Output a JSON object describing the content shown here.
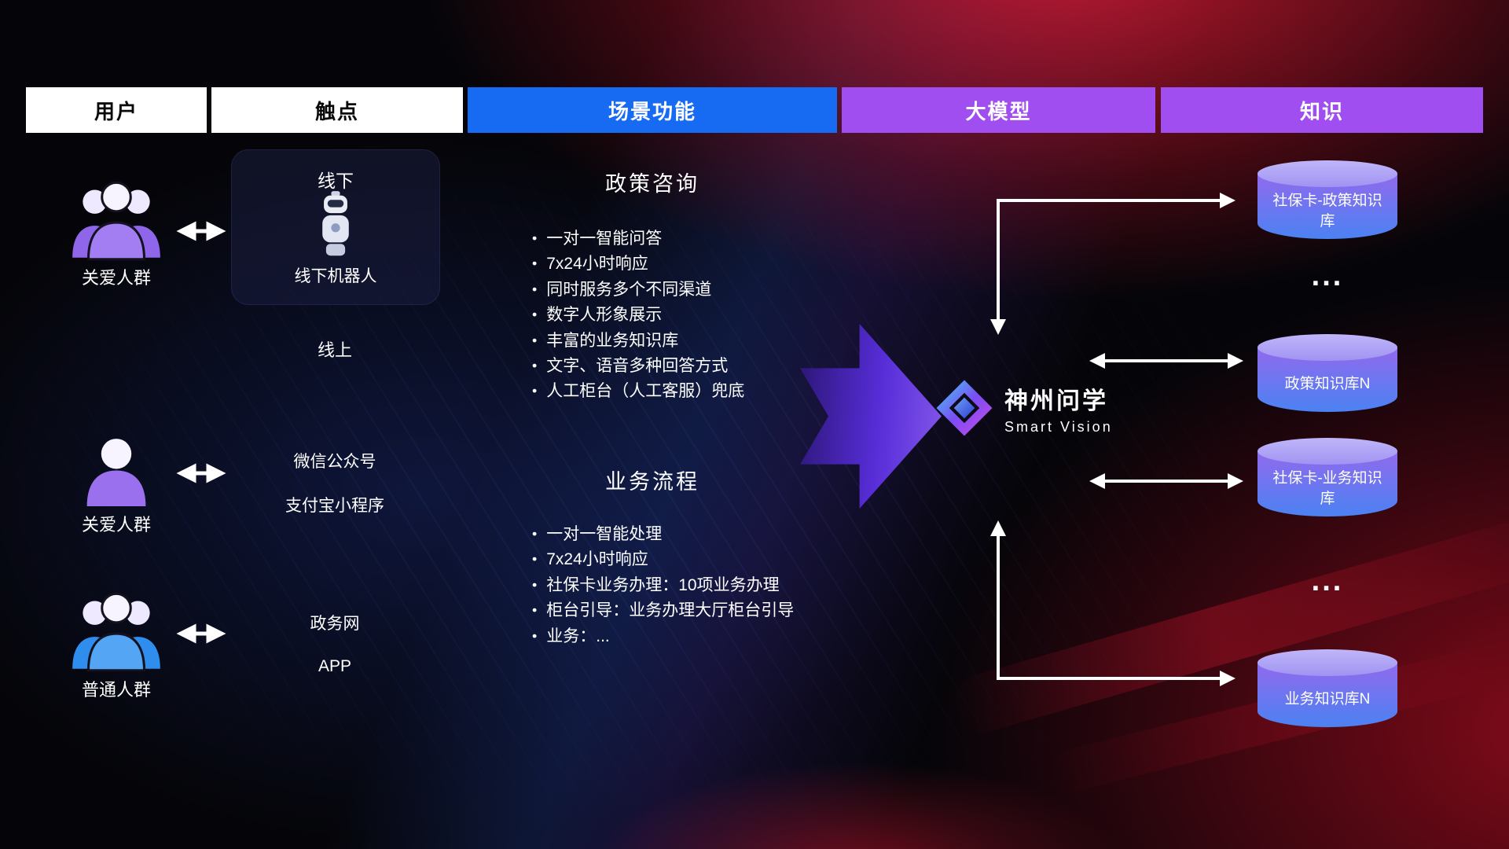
{
  "header": {
    "columns": [
      {
        "label": "用户"
      },
      {
        "label": "触点"
      },
      {
        "label": "场景功能"
      },
      {
        "label": "大模型"
      },
      {
        "label": "知识"
      }
    ]
  },
  "users": [
    {
      "label": "关爱人群",
      "icon": "group-people-icon",
      "color": "#9a70ee"
    },
    {
      "label": "关爱人群",
      "icon": "person-icon",
      "color": "#9a70ee"
    },
    {
      "label": "普通人群",
      "icon": "group-people-icon",
      "color": "#42a0f5"
    }
  ],
  "touchpoints": {
    "offline_card": {
      "title": "线下",
      "icon": "robot-icon",
      "caption": "线下机器人"
    },
    "online_label": "线上",
    "channels": [
      "微信公众号",
      "支付宝小程序",
      "政务网",
      "APP"
    ]
  },
  "scene_functions": {
    "sections": [
      {
        "title": "政策咨询",
        "items": [
          "一对一智能问答",
          "7x24小时响应",
          "同时服务多个不同渠道",
          "数字人形象展示",
          "丰富的业务知识库",
          "文字、语音多种回答方式",
          "人工柜台（人工客服）兜底"
        ]
      },
      {
        "title": "业务流程",
        "items": [
          "一对一智能处理",
          "7x24小时响应",
          "社保卡业务办理：10项业务办理",
          "柜台引导：业务办理大厅柜台引导",
          "业务：..."
        ]
      }
    ]
  },
  "model": {
    "name": "神州问学",
    "subtitle": "Smart Vision"
  },
  "knowledge": {
    "databases": [
      {
        "label": "社保卡-政策知识库"
      },
      {
        "label": "政策知识库N"
      },
      {
        "label": "社保卡-业务知识库"
      },
      {
        "label": "业务知识库N"
      }
    ],
    "ellipsis": "..."
  },
  "colors": {
    "header_blue": "#176bf2",
    "header_purple": "#a04ef0",
    "user_purple": "#9a70ee",
    "user_blue": "#42a0f5",
    "db_top": "#b3a7f7",
    "db_gradient_top": "#8a6cee",
    "db_gradient_bottom": "#4b82f2",
    "arrow_white": "#ffffff",
    "flow_arrow_purple": "#5b2fe0"
  }
}
